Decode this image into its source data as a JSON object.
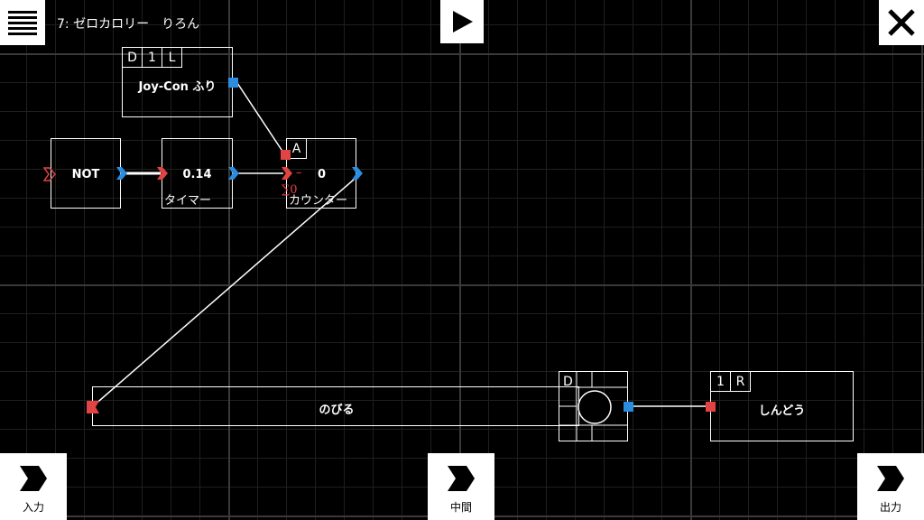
{
  "header": {
    "title": "7: ゼロカロリー　りろん",
    "menu_icon": "hamburger-icon",
    "play_icon": "play-icon",
    "close_icon": "close-icon"
  },
  "nodes": {
    "joycon": {
      "cells": [
        "D",
        "1",
        "L"
      ],
      "label": "Joy-Con ふり"
    },
    "not": {
      "label": "NOT"
    },
    "timer": {
      "value": "0.14",
      "sublabel": "タイマー"
    },
    "counter": {
      "cell": "A",
      "reset_symbol": "–",
      "value": "0",
      "sublabel": "カウンター",
      "sum_symbol": "∑0"
    },
    "stretch": {
      "label": "のびる"
    },
    "compare": {
      "cell": "D"
    },
    "vibration": {
      "cells": [
        "1",
        "R"
      ],
      "label": "しんどう"
    }
  },
  "footer": {
    "input_label": "入力",
    "middle_label": "中間",
    "output_label": "出力"
  },
  "colors": {
    "port_out": "#2b8ce0",
    "port_in": "#e24343",
    "background": "#000000",
    "line": "#ffffff"
  }
}
